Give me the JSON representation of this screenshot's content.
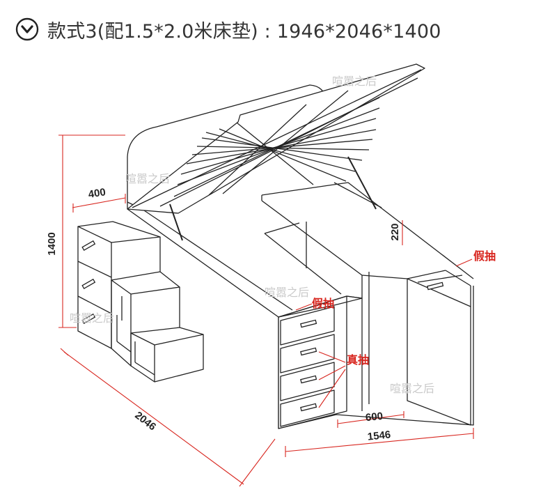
{
  "header": {
    "title": "款式3(配1.5*2.0米床垫) : 1946*2046*1400",
    "icon": "chevron-down-circle-icon"
  },
  "dimensions": {
    "height": "1400",
    "stair_width": "400",
    "length": "2046",
    "drawer_width": "1546",
    "opening": "600",
    "gap": "220"
  },
  "labels": {
    "fake_drawer_right": "假抽",
    "fake_drawer_front": "假抽",
    "real_drawer": "真抽"
  },
  "watermarks": [
    "喧嚣之后",
    "喧嚣之后",
    "喧嚣之后",
    "喧嚣之后",
    "喧嚣之后"
  ],
  "colors": {
    "line": "#222222",
    "dimension": "#d8261f",
    "text": "#333333"
  }
}
